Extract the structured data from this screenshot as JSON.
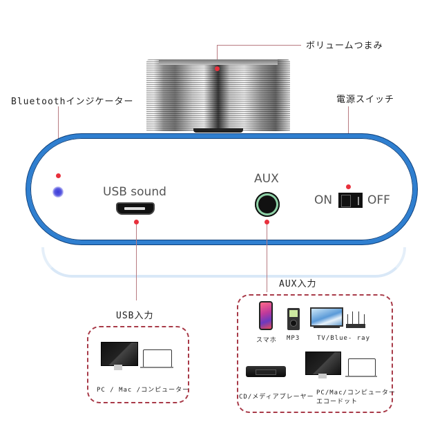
{
  "callouts": {
    "volume_knob": "ボリュームつまみ",
    "bluetooth_indicator": "Bluetoothインジケーター",
    "power_switch": "電源スイッチ",
    "usb_input": "USB入力",
    "aux_input": "AUX入力"
  },
  "device": {
    "usb_label": "USB sound",
    "aux_label": "AUX",
    "switch_on": "ON",
    "switch_off": "OFF",
    "body_color": "#2f7fd0",
    "led_color": "#3a3ad8",
    "callout_dot_color": "#e8303c"
  },
  "usb_box": {
    "caption": "PC / Mac /コンピューター",
    "icons": [
      "monitor-icon",
      "laptop-icon"
    ]
  },
  "aux_box": {
    "items": [
      {
        "icon": "smartphone-icon",
        "label": "スマホ"
      },
      {
        "icon": "mp3-player-icon",
        "label": "MP3"
      },
      {
        "icon": "tv-icon",
        "label": "TV/Blue- ray"
      },
      {
        "icon": "router-icon",
        "label": ""
      },
      {
        "icon": "cd-player-icon",
        "label": "CD/メディアプレーヤー"
      },
      {
        "icon": "monitor-icon",
        "label": "PC/Mac/コンピューター"
      },
      {
        "icon": "laptop-icon",
        "label": "エコードット"
      }
    ]
  }
}
